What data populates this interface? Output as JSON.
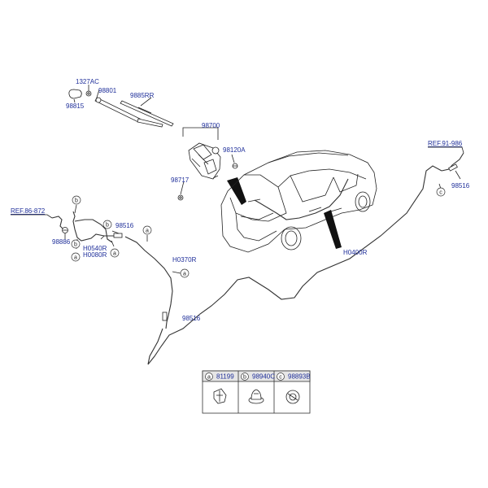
{
  "parts": {
    "p1327AC": "1327AC",
    "p98801": "98801",
    "p98815": "98815",
    "p9885RR": "9885RR",
    "p98700": "98700",
    "p98120A": "98120A",
    "p98717": "98717",
    "p98516_left": "98516",
    "p98886": "98886",
    "pH0540R": "H0540R",
    "pH0080R": "H0080R",
    "pH0370R": "H0370R",
    "p98516_bottom": "98516",
    "pH0400R": "H0400R",
    "p98516_right": "98516"
  },
  "refs": {
    "left": "REF.86-872",
    "right": "REF.91-986"
  },
  "callouts": {
    "a": "a",
    "b": "b",
    "c": "c"
  },
  "legend": {
    "a_letter": "a",
    "a_part": "81199",
    "b_letter": "b",
    "b_part": "98940C",
    "c_letter": "c",
    "c_part": "98893B"
  }
}
